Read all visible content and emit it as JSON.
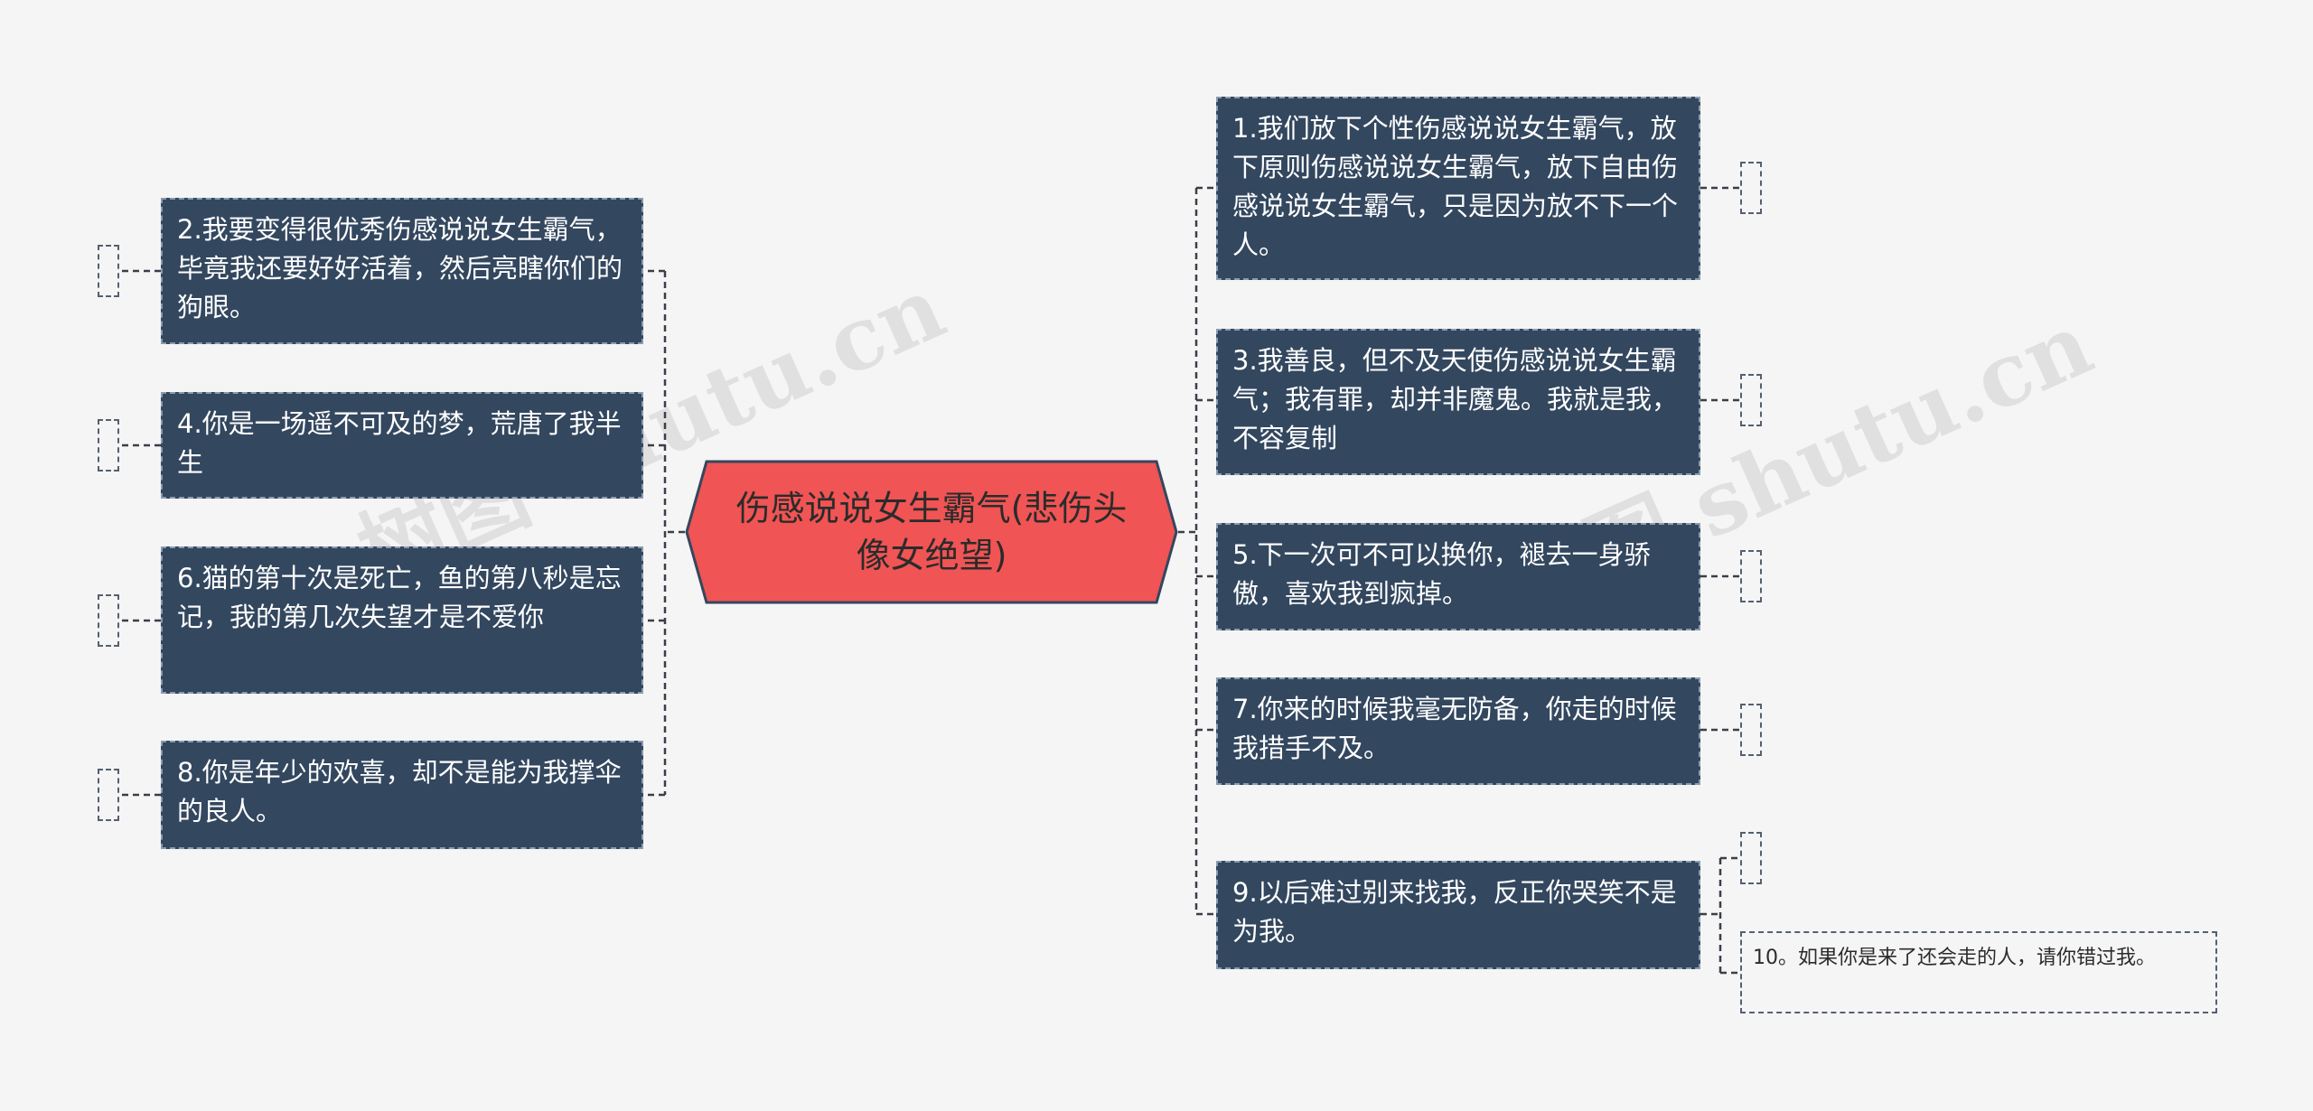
{
  "center_topic": "伤感说说女生霸气(悲伤头像女绝望)",
  "watermark": [
    "树图 shutu.cn",
    "树图 shutu.cn"
  ],
  "left_nodes": [
    "2.我要变得很优秀伤感说说女生霸气，毕竟我还要好好活着，然后亮瞎你们的狗眼。",
    "4.你是一场遥不可及的梦，荒唐了我半生",
    "6.猫的第十次是死亡，鱼的第八秒是忘记，我的第几次失望才是不爱你",
    "8.你是年少的欢喜，却不是能为我撑伞的良人。"
  ],
  "right_nodes": [
    "1.我们放下个性伤感说说女生霸气，放下原则伤感说说女生霸气，放下自由伤感说说女生霸气，只是因为放不下一个人。",
    "3.我善良，但不及天使伤感说说女生霸气；我有罪，却并非魔鬼。我就是我，不容复制",
    "5.下一次可不可以换你，褪去一身骄傲，喜欢我到疯掉。",
    "7.你来的时候我毫无防备，你走的时候我措手不及。",
    "9.以后难过别来找我，反正你哭笑不是为我。"
  ],
  "sub_node": "10。如果你是来了还会走的人，请你错过我。",
  "colors": {
    "background": "#f5f5f5",
    "node_fill": "#33475f",
    "center_fill": "#f05454",
    "connector": "#3a3f48"
  }
}
